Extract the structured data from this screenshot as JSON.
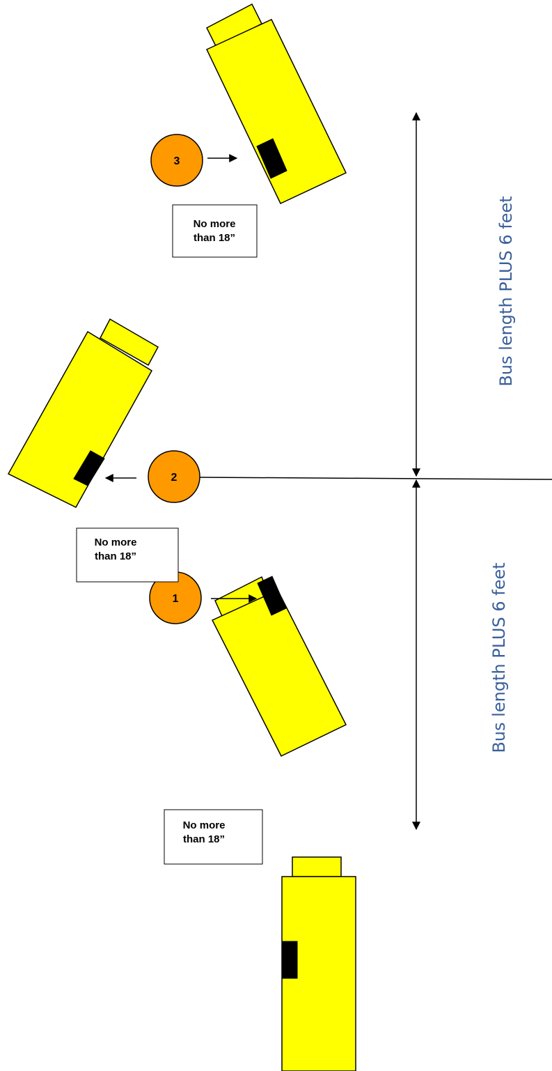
{
  "stops": [
    {
      "number": "3",
      "note_line1": "No more",
      "note_line2": "than 18”"
    },
    {
      "number": "2",
      "note_line1": "No more",
      "note_line2": "than 18”"
    },
    {
      "number": "1",
      "note_line1": "No more",
      "note_line2": "than 18”"
    }
  ],
  "dimensions": {
    "upper": "Bus length PLUS 6 feet",
    "lower": "Bus length PLUS 6 feet"
  },
  "colors": {
    "bus": "#ffff00",
    "stop_marker": "#ff9900",
    "dimension_text": "#3a5f9a"
  }
}
